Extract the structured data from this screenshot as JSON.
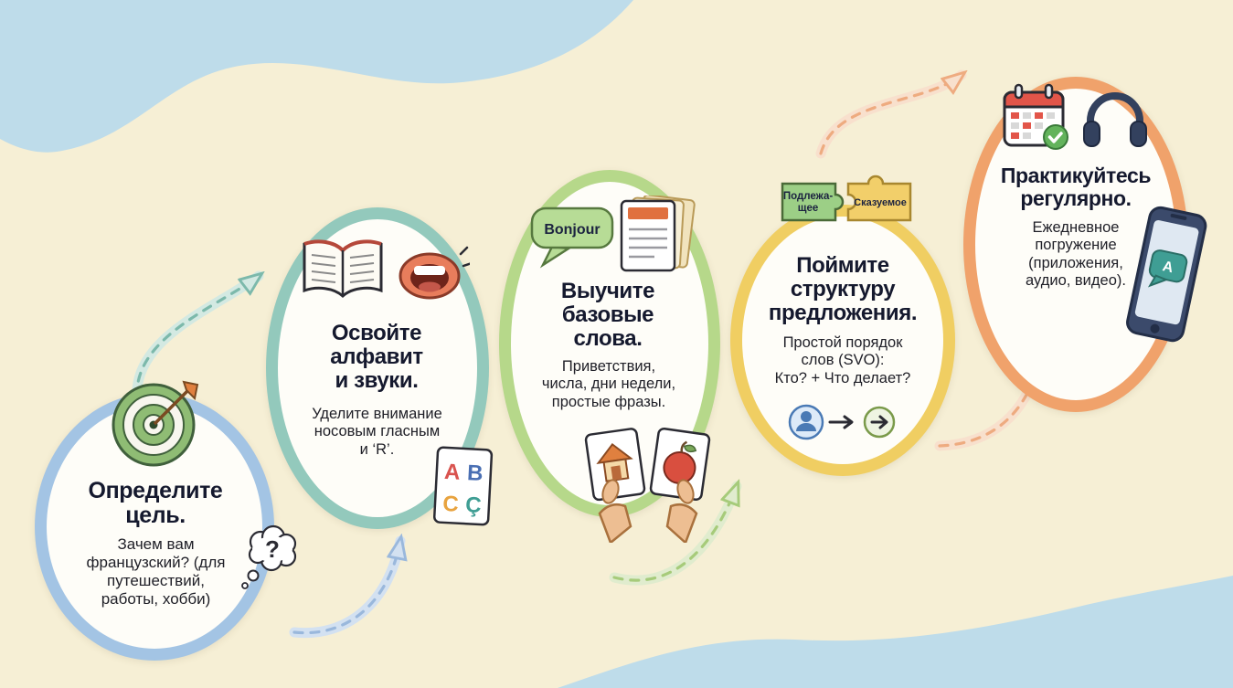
{
  "colors": {
    "background": "#f6efd5",
    "wave": "#bedcea"
  },
  "steps": [
    {
      "title": "Определите\nцель.",
      "description": "Зачем вам\nфранцузский? (для\nпутешествий,\nработы, хобби)",
      "color": "#a3c4e4"
    },
    {
      "title": "Освойте\nалфавит\nи звуки.",
      "description": "Уделите внимание\nносовым гласным\nи ‘R’.",
      "color": "#93c9bc"
    },
    {
      "title": "Выучите\nбазовые\nслова.",
      "description": "Приветствия,\nчисла, дни недели,\nпростые фразы.",
      "color": "#b6d88a"
    },
    {
      "title": "Поймите\nструктуру\nпредложения.",
      "description": "Простой порядок\nслов (SVO):\nКто? + Что делает?",
      "color": "#f0ce62"
    },
    {
      "title": "Практикуйтесь\nрегулярно.",
      "description": "Ежедневное\nпогружение\n(приложения,\nаудио, видео).",
      "color": "#f0a26b"
    }
  ],
  "decorations": {
    "question_mark": "?",
    "speech_bubble_text": "Bonjour",
    "alphabet_letters": [
      "A",
      "B",
      "C",
      "Ç"
    ],
    "puzzle_subject_line1": "Подлежа-",
    "puzzle_subject_line2": "щее",
    "puzzle_predicate": "Сказуемое"
  }
}
